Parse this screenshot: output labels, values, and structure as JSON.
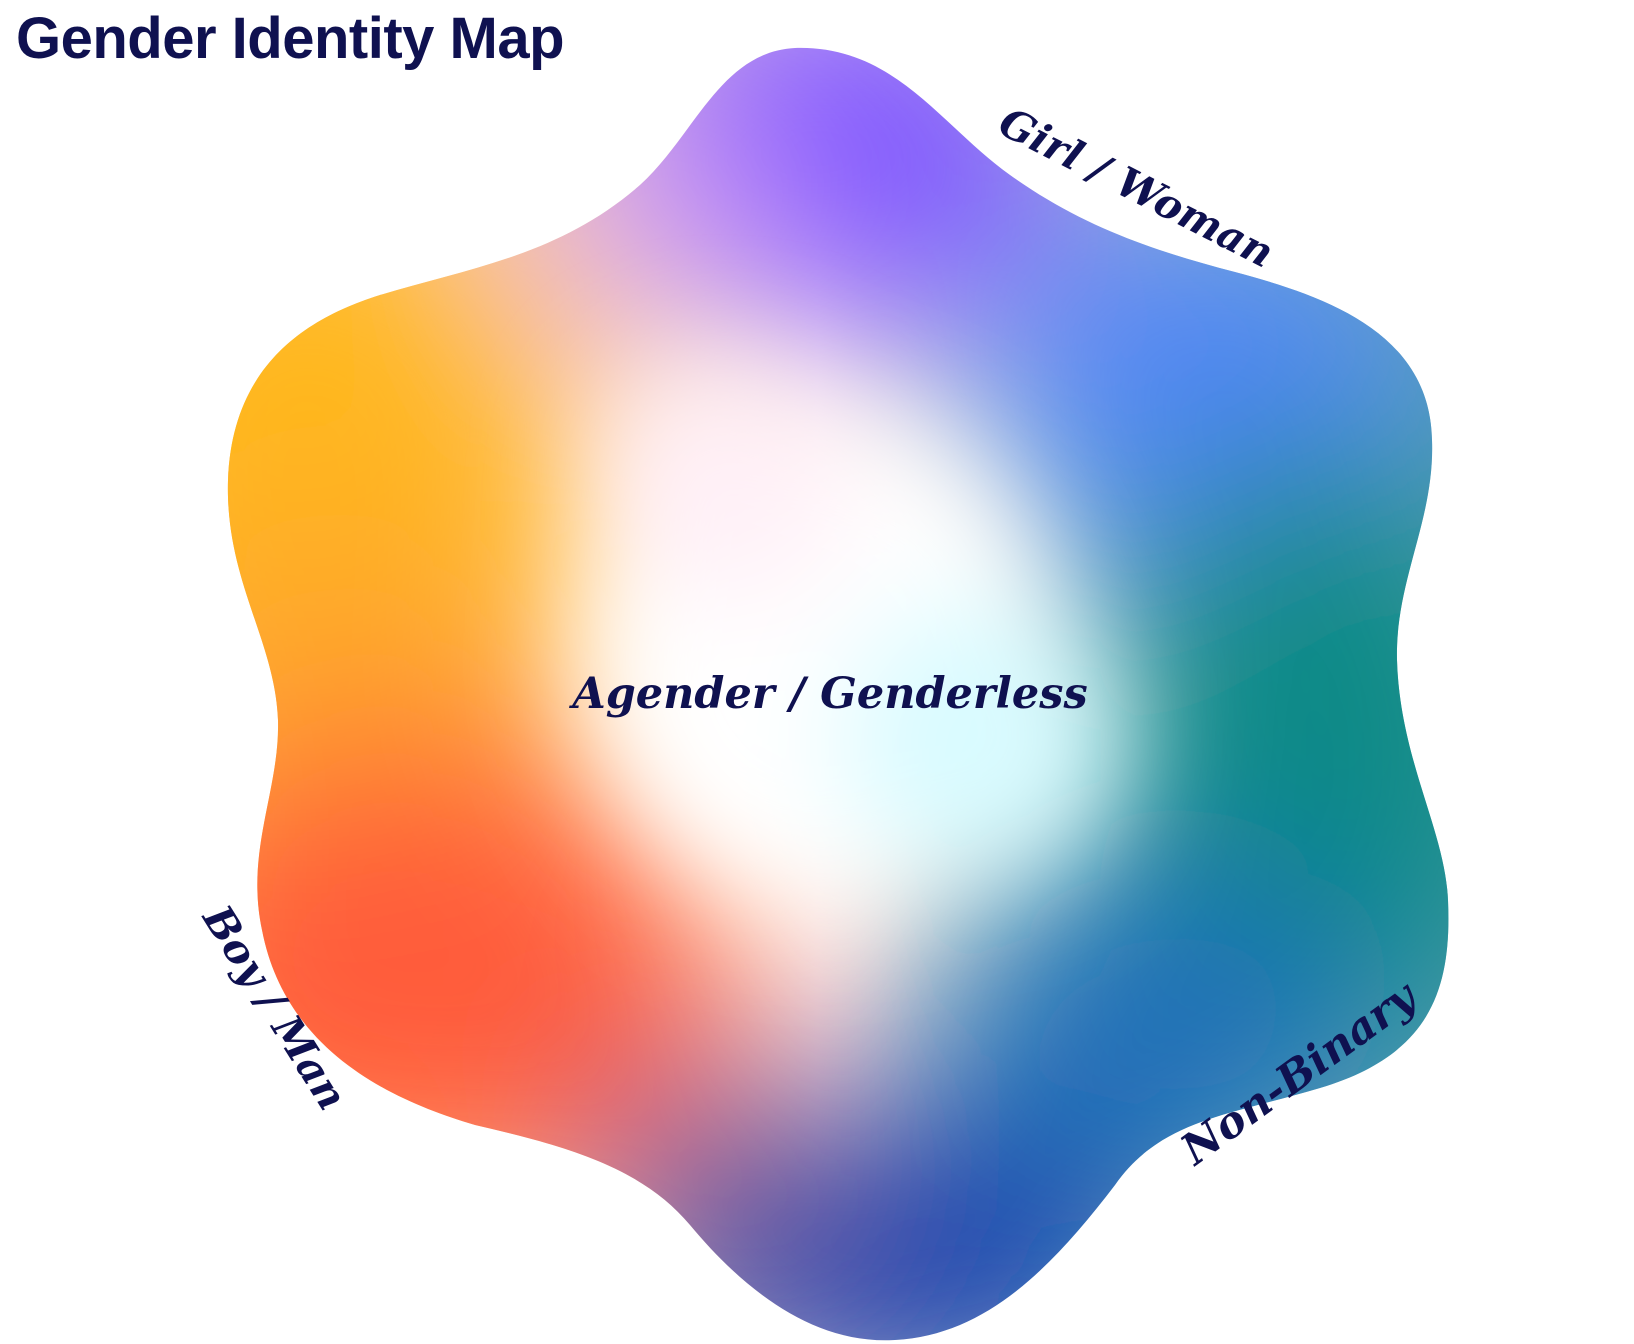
{
  "title": "Gender Identity Map",
  "labels": {
    "center": "Agender / Genderless",
    "top_right": "Girl / Woman",
    "bottom_left": "Boy / Man",
    "bottom_right": "Non-Binary"
  },
  "colors": {
    "title": "#0f1150",
    "label_text": "#0f1150",
    "girl_woman": "#7b52ff",
    "boy_man": "#ff5c3a",
    "non_binary_teal": "#0a8a86",
    "non_binary_blue": "#0a3fae",
    "warm_yellow": "#ffb81c",
    "blue_right": "#4f86f7",
    "agender_center": "#ffffff"
  }
}
